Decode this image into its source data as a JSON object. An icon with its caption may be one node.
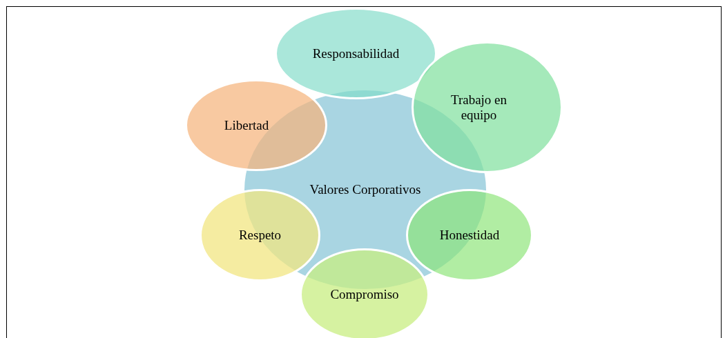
{
  "diagram": {
    "nodes": [
      {
        "text": [
          "Valores Corporativos"
        ]
      },
      {
        "text": [
          "Responsabilidad"
        ]
      },
      {
        "text": [
          "Trabajo en equipo"
        ]
      },
      {
        "text": [
          "Honestidad"
        ]
      },
      {
        "text": [
          "Compromiso"
        ]
      },
      {
        "text": [
          "Respeto"
        ]
      },
      {
        "text": [
          "Libertad"
        ]
      }
    ]
  }
}
